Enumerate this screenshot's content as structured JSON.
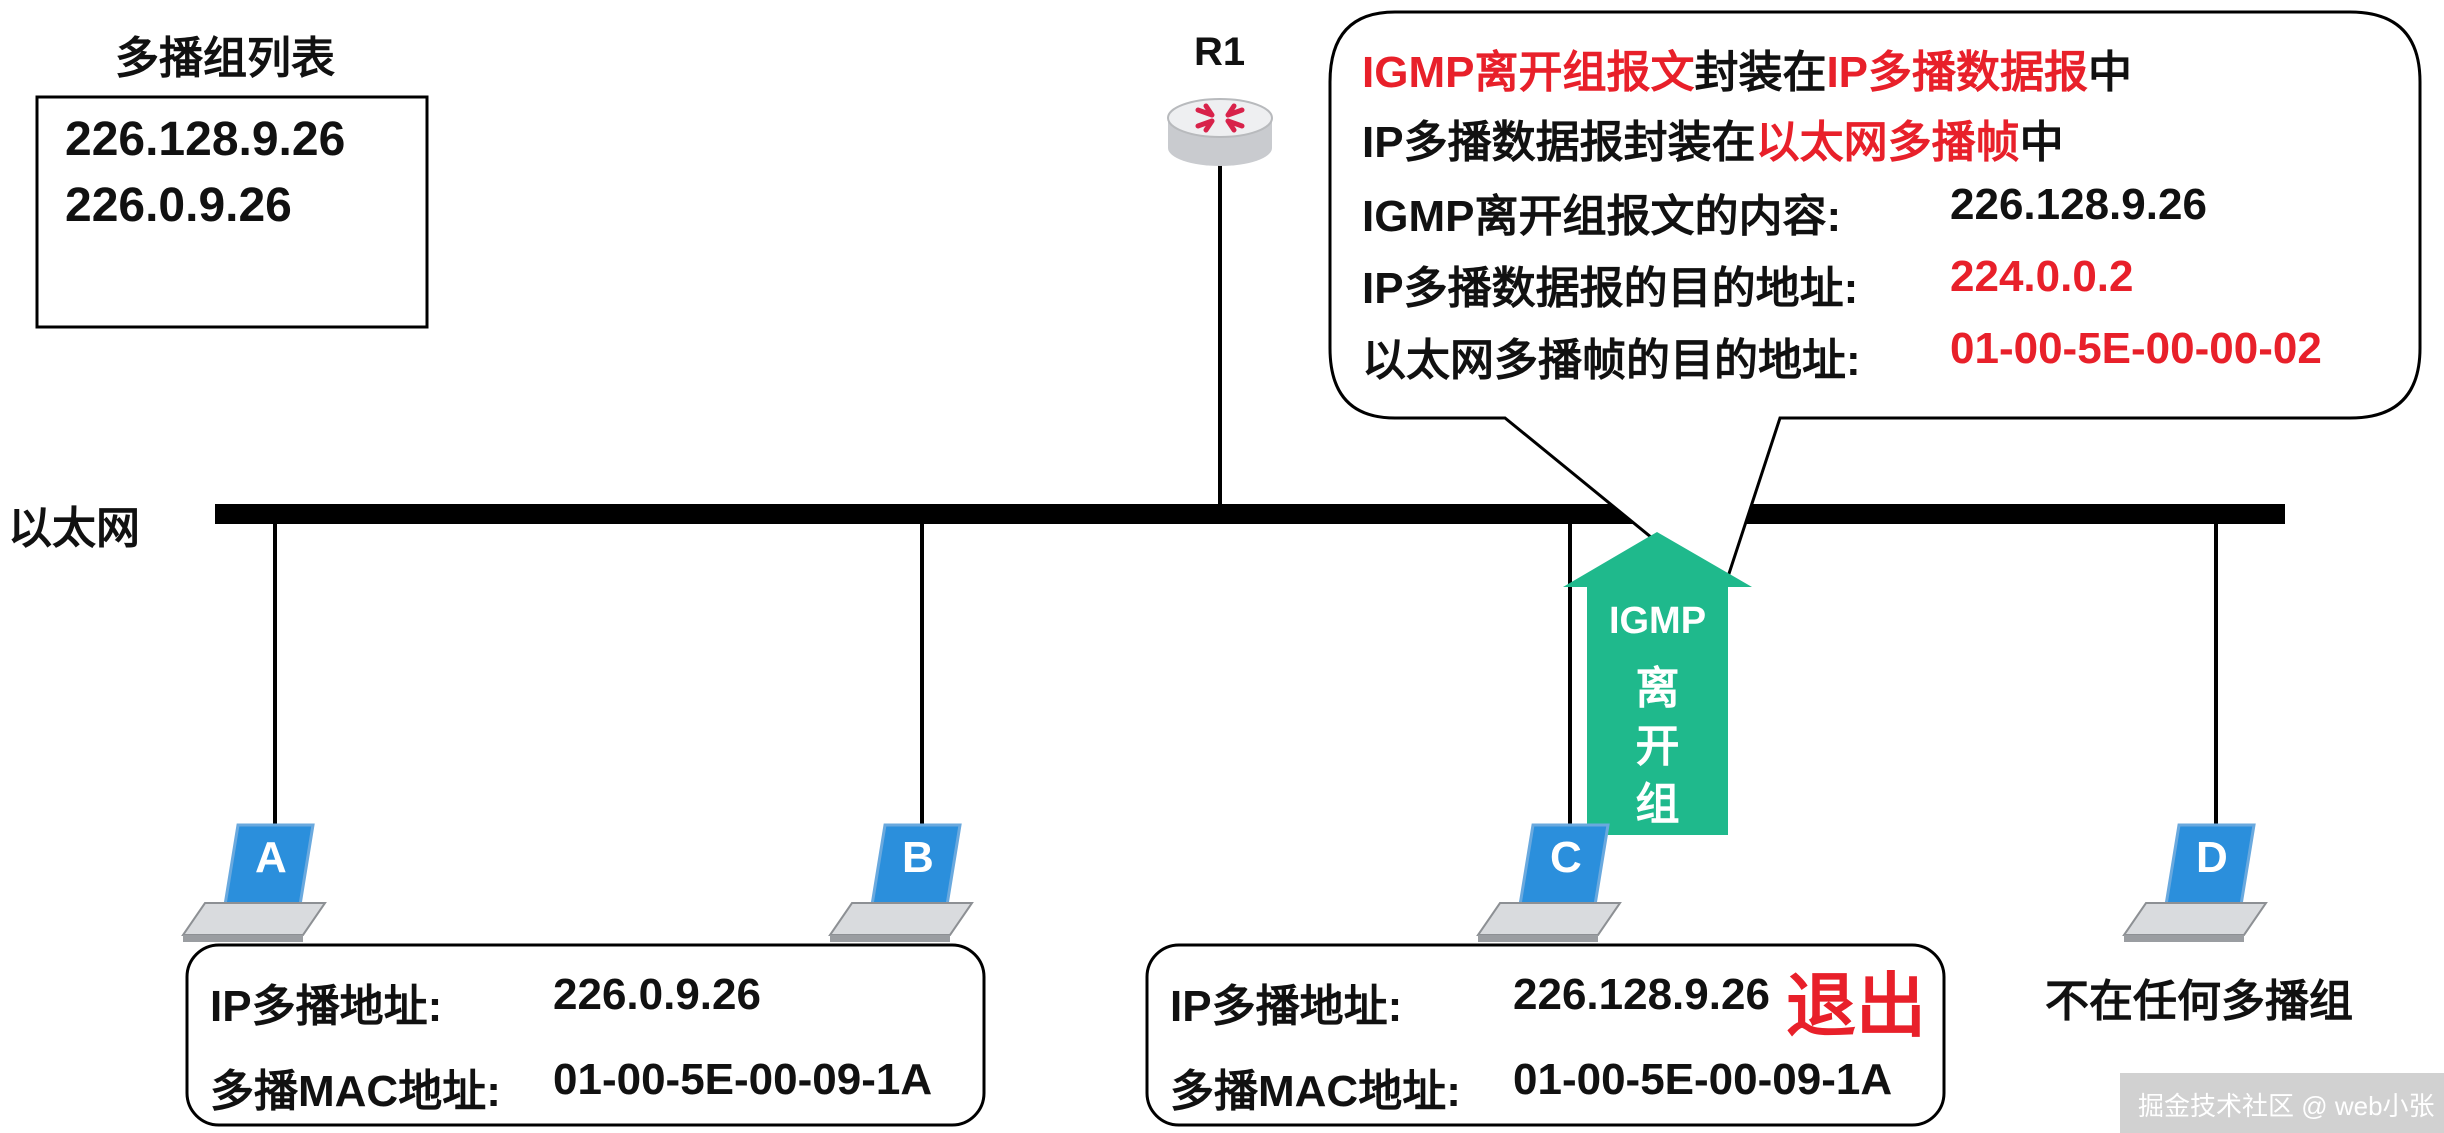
{
  "group_list": {
    "title": "多播组列表",
    "entries": [
      "226.128.9.26",
      "226.0.9.26"
    ]
  },
  "router": {
    "label": "R1"
  },
  "network": {
    "label": "以太网"
  },
  "hosts": [
    {
      "letter": "A"
    },
    {
      "letter": "B"
    },
    {
      "letter": "C"
    },
    {
      "letter": "D"
    }
  ],
  "host_a_info": {
    "ip_label": "IP多播地址:",
    "ip_value": "226.0.9.26",
    "mac_label": "多播MAC地址:",
    "mac_value": "01-00-5E-00-09-1A"
  },
  "host_c_info": {
    "ip_label": "IP多播地址:",
    "ip_value": "226.128.9.26",
    "exit_label": "退出",
    "mac_label": "多播MAC地址:",
    "mac_value": "01-00-5E-00-09-1A"
  },
  "host_d_note": "不在任何多播组",
  "igmp_arrow": {
    "line1": "IGMP",
    "line2": "离",
    "line3": "开",
    "line4": "组"
  },
  "callout": {
    "line1": {
      "a": "IGMP离开组报文",
      "b": "封装在",
      "c": "IP多播数据报",
      "d": "中"
    },
    "line2": {
      "a": "IP多播数据报封装在",
      "b": "以太网多播帧",
      "c": "中"
    },
    "line3": {
      "label": "IGMP离开组报文的内容:",
      "value": "226.128.9.26"
    },
    "line4": {
      "label": "IP多播数据报的目的地址:",
      "value": "224.0.0.2"
    },
    "line5": {
      "label": "以太网多播帧的目的地址:",
      "value": "01-00-5E-00-00-02"
    }
  },
  "watermark": "掘金技术社区 @ web小张",
  "colors": {
    "accent_red": "#e8202a",
    "arrow_green": "#1fb98c",
    "laptop_blue": "#2b8fdc",
    "router_red": "#d8224a"
  }
}
